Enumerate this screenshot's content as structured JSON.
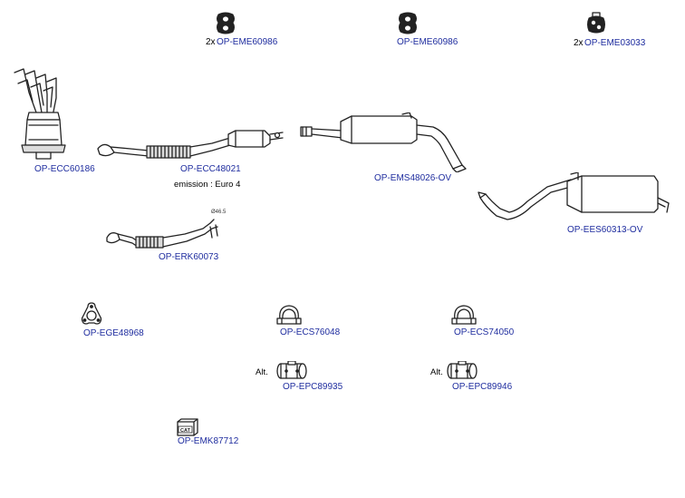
{
  "parts": {
    "eme60986_a": {
      "qty": "2x",
      "code": "OP-EME60986"
    },
    "eme60986_b": {
      "code": "OP-EME60986"
    },
    "eme03033": {
      "qty": "2x",
      "code": "OP-EME03033"
    },
    "ecc60186": {
      "code": "OP-ECC60186"
    },
    "ecc48021": {
      "code": "OP-ECC48021",
      "note": "emission : Euro 4"
    },
    "ems48026": {
      "code": "OP-EMS48026-OV"
    },
    "ees60313": {
      "code": "OP-EES60313-OV"
    },
    "erk60073": {
      "code": "OP-ERK60073",
      "dimension": "Ø46.5"
    },
    "ege48968": {
      "code": "OP-EGE48968"
    },
    "ecs76048": {
      "code": "OP-ECS76048"
    },
    "ecs74050": {
      "code": "OP-ECS74050"
    },
    "epc89935": {
      "alt": "Alt.",
      "code": "OP-EPC89935"
    },
    "epc89946": {
      "alt": "Alt.",
      "code": "OP-EPC89946"
    },
    "emk87712": {
      "code": "OP-EMK87712",
      "badge": "CAT"
    }
  },
  "colors": {
    "link": "#1f2d9f",
    "line": "#222222"
  }
}
